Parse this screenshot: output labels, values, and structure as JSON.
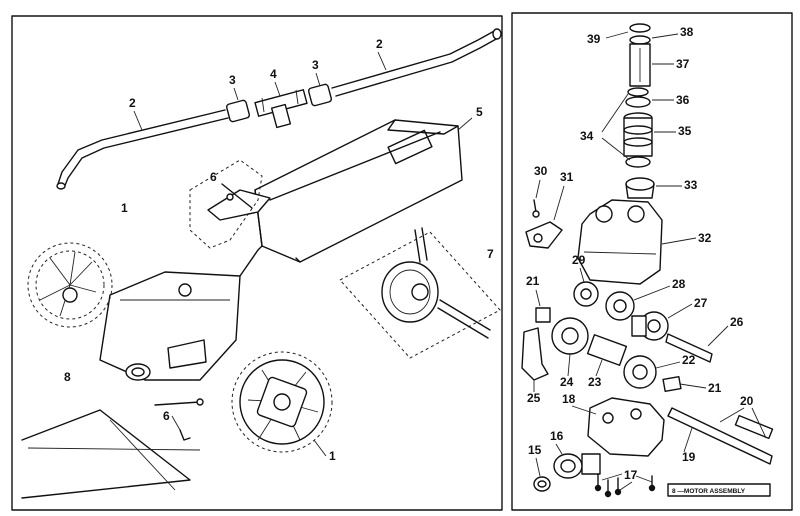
{
  "left_panel": {
    "labels": {
      "l1": "1",
      "l2a": "2",
      "l2b": "2",
      "l3a": "3",
      "l3b": "3",
      "l4": "4",
      "l5": "5",
      "l6a": "6",
      "l6b": "6",
      "l7": "7",
      "l8": "8",
      "l1b": "1"
    }
  },
  "right_panel": {
    "labels": {
      "l39": "39",
      "l38": "38",
      "l37": "37",
      "l36": "36",
      "l34": "34",
      "l35": "35",
      "l30": "30",
      "l31": "31",
      "l33": "33",
      "l32": "32",
      "l29": "29",
      "l21a": "21",
      "l28": "28",
      "l27": "27",
      "l26": "26",
      "l22": "22",
      "l24": "24",
      "l23": "23",
      "l21b": "21",
      "l25": "25",
      "l18": "18",
      "l20": "20",
      "l16": "16",
      "l15": "15",
      "l19": "19",
      "l17": "17"
    },
    "caption": "8 —MOTOR ASSEMBLY"
  }
}
